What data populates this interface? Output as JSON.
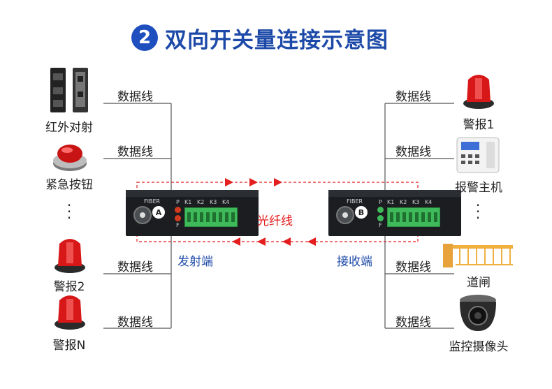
{
  "title": {
    "number": "2",
    "text": "双向开关量连接示意图"
  },
  "link_label": "数据线",
  "fiber_label": "光纤线",
  "transmitter_label": "发射端",
  "receiver_label": "接收端",
  "left_devices": [
    {
      "label": "红外对射",
      "icon": "infrared-beam-icon"
    },
    {
      "label": "紧急按钮",
      "icon": "emergency-button-icon"
    },
    {
      "label": "警报2",
      "icon": "alarm-light-icon"
    },
    {
      "label": "警报N",
      "icon": "alarm-light-icon"
    }
  ],
  "right_devices": [
    {
      "label": "警报1",
      "icon": "alarm-light-icon"
    },
    {
      "label": "报警主机",
      "icon": "alarm-host-icon"
    },
    {
      "label": "道闸",
      "icon": "barrier-gate-icon"
    },
    {
      "label": "监控摄像头",
      "icon": "dome-camera-icon"
    }
  ],
  "transmitter": {
    "fiber": "FIBER",
    "port_badge": "A",
    "p": "P",
    "f": "F",
    "k1": "K1",
    "k2": "K2",
    "k3": "K3",
    "k4": "K4"
  },
  "receiver": {
    "fiber": "FIBER",
    "port_badge": "B",
    "p": "P",
    "f": "F",
    "k1": "K1",
    "k2": "K2",
    "k3": "K3",
    "k4": "K4"
  },
  "colors": {
    "title_blue": "#1d4aa8",
    "fiber_red": "#e41e1e",
    "terminal_green": "#3fba5b"
  }
}
